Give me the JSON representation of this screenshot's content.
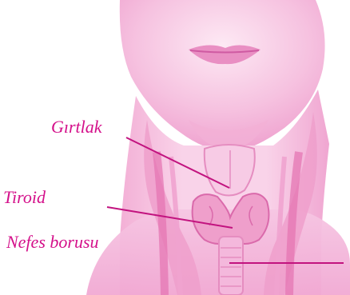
{
  "diagram": {
    "labels": [
      {
        "key": "larynx",
        "text": "Gırtlak"
      },
      {
        "key": "thyroid",
        "text": "Tiroid"
      },
      {
        "key": "trachea",
        "text": "Nefes borusu"
      }
    ]
  },
  "colors": {
    "label_text": "#d4108a",
    "leader_line": "#c2137f",
    "skin_light": "#fbe3f1",
    "skin_mid": "#f4b3d6",
    "skin_dark": "#e77bb8",
    "structure": "#e98fc3"
  }
}
